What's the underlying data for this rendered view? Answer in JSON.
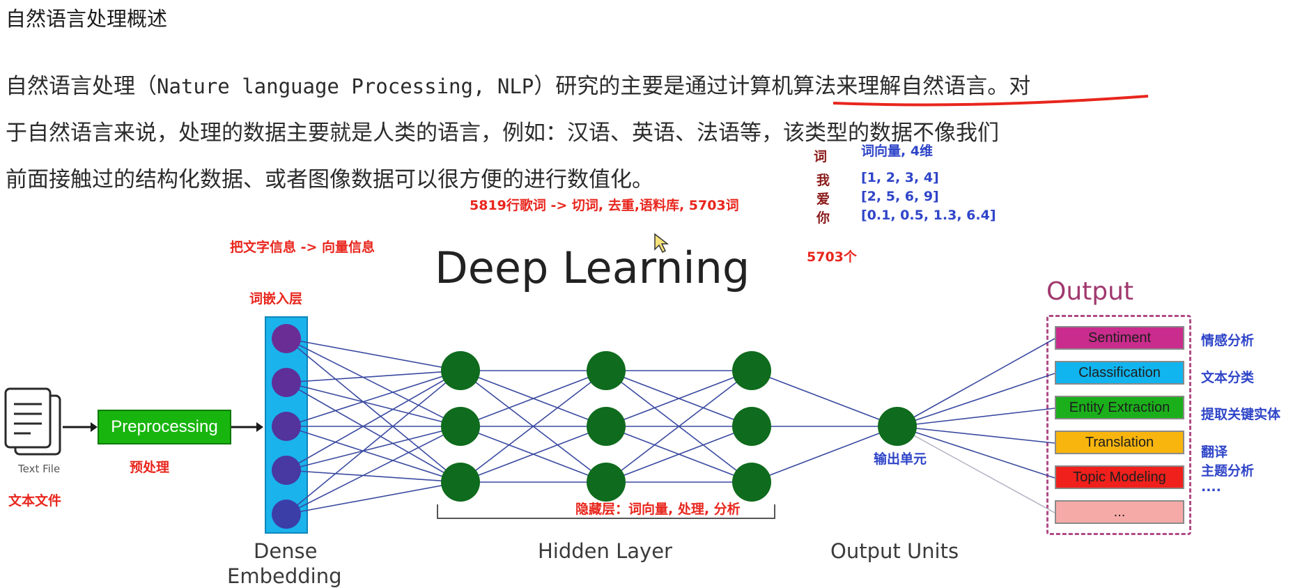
{
  "header": {
    "title": "自然语言处理概述"
  },
  "paragraph": {
    "line1_a": "自然语言处理（",
    "line1_mono": "Nature language Processing, NLP",
    "line1_b": "）研究的主要是通过",
    "line1_highlight": "计算机算法来理解自然语言",
    "line1_c": "。对",
    "line2": "于自然语言来说，处理的数据主要就是人类的语言，例如：汉语、英语、法语等，该类型的数据不像我们",
    "line3": "前面接触过的结构化数据、或者图像数据可以很方便的进行数值化。"
  },
  "annotations": {
    "corpus_note": "5819行歌词 -> 切词, 去重,语料库, 5703词",
    "text_to_vector": "把文字信息 -> 向量信息",
    "embedding_layer": "词嵌入层",
    "preprocess_cn": "预处理",
    "text_file_cn": "文本文件",
    "hidden_layer_cn": "隐藏层：词向量, 处理, 分析",
    "output_units_cn": "输出单元",
    "vocab_count": "5703个"
  },
  "word_vector_table": {
    "header_word": "词",
    "header_vector": "词向量, 4维",
    "rows": [
      {
        "word": "我",
        "vector": "[1, 2, 3, 4]"
      },
      {
        "word": "爱",
        "vector": "[2, 5, 6, 9]"
      },
      {
        "word": "你",
        "vector": "[0.1, 0.5, 1.3, 6.4]"
      }
    ]
  },
  "diagram": {
    "title": "Deep Learning",
    "text_file_label": "Text File",
    "preprocessing_label": "Preprocessing",
    "embedding_label_1": "Dense",
    "embedding_label_2": "Embedding",
    "hidden_layer_label": "Hidden Layer",
    "output_units_label": "Output Units",
    "output_title": "Output",
    "node_color": "#0f6b1d",
    "embedding_node_color": "#6a2d95",
    "edge_color": "#3a4aa0",
    "outputs": [
      {
        "label": "Sentiment",
        "color": "#c92c8c",
        "cn": "情感分析"
      },
      {
        "label": "Classification",
        "color": "#10b4ef",
        "cn": "文本分类"
      },
      {
        "label": "Entity Extraction",
        "color": "#1bb01b",
        "cn": "提取关键实体"
      },
      {
        "label": "Translation",
        "color": "#f8b50d",
        "cn": "翻译"
      },
      {
        "label": "Topic Modeling",
        "color": "#f0201c",
        "cn": "主题分析"
      },
      {
        "label": "...",
        "color": "#f6aaa7",
        "cn": "...."
      }
    ]
  }
}
